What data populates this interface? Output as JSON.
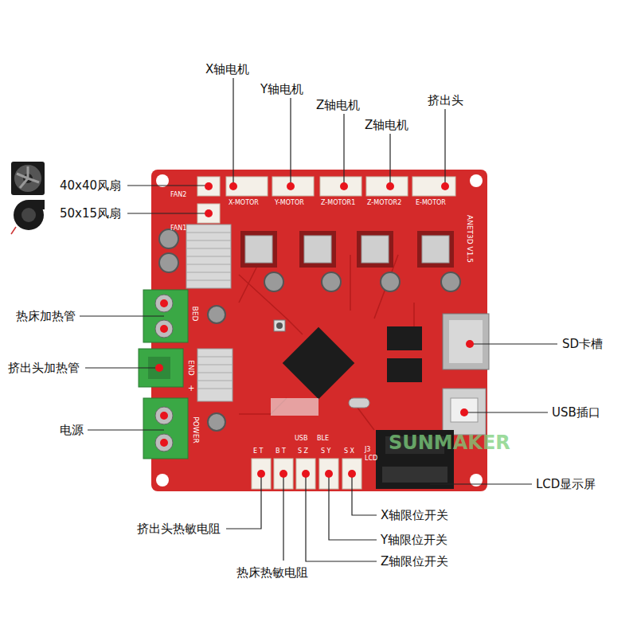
{
  "diagram": {
    "labels": [
      "X轴电机",
      "Y轴电机",
      "Z轴电机",
      "挤出头",
      "Z轴电机",
      "40x40风扇",
      "50x15风扇",
      "热床加热管",
      "SD卡槽",
      "挤出头加热管",
      "USB插口",
      "电源",
      "LCD显示屏",
      "X轴限位开关",
      "Y轴限位开关",
      "Z轴限位开关",
      "挤出头热敏电阻",
      "热床热敏电阻",
      "FAN2",
      "X-MOTOR",
      "Y-MOTOR",
      "Z-MOTOR1",
      "Z-MOTOR2",
      "E-MOTOR",
      "FAN1",
      "ANET3D V1.5",
      "BED",
      "END",
      "POWER",
      "+",
      "USB",
      "BLE",
      "J3",
      "LCD",
      "E T",
      "B T",
      "S Z",
      "S Y",
      "S X",
      "SUNMAKER"
    ]
  }
}
